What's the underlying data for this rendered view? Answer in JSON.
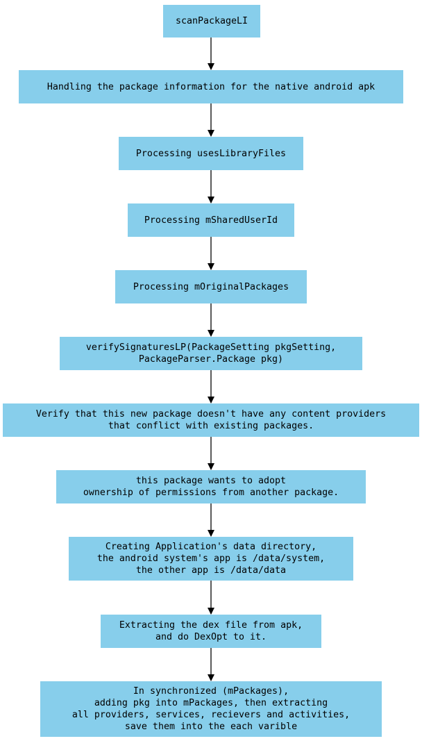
{
  "diagram": {
    "type": "flowchart",
    "colors": {
      "node_fill": "#87CEEB",
      "text": "#000000",
      "edge": "#000000"
    },
    "nodes": [
      {
        "id": "n1",
        "lines": [
          "scanPackageLI"
        ]
      },
      {
        "id": "n2",
        "lines": [
          "Handling the package information for the native android apk"
        ]
      },
      {
        "id": "n3",
        "lines": [
          "Processing usesLibraryFiles"
        ]
      },
      {
        "id": "n4",
        "lines": [
          "Processing mSharedUserId"
        ]
      },
      {
        "id": "n5",
        "lines": [
          "Processing mOriginalPackages"
        ]
      },
      {
        "id": "n6",
        "lines": [
          "verifySignaturesLP(PackageSetting pkgSetting,",
          "PackageParser.Package pkg)"
        ]
      },
      {
        "id": "n7",
        "lines": [
          "Verify that this new package doesn't have any content providers",
          "that conflict with existing packages."
        ]
      },
      {
        "id": "n8",
        "lines": [
          "this package wants to adopt",
          "ownership of permissions from another package."
        ]
      },
      {
        "id": "n9",
        "lines": [
          "Creating Application's data directory,",
          "the android system's app is /data/system,",
          "the other app is /data/data"
        ]
      },
      {
        "id": "n10",
        "lines": [
          "Extracting the dex file from apk,",
          "and do DexOpt to it."
        ]
      },
      {
        "id": "n11",
        "lines": [
          "In synchronized (mPackages),",
          "adding pkg into mPackages, then extracting",
          "all providers, services, recievers and activities,",
          "save them into the each varible"
        ]
      }
    ],
    "edges": [
      {
        "from": "n1",
        "to": "n2"
      },
      {
        "from": "n2",
        "to": "n3"
      },
      {
        "from": "n3",
        "to": "n4"
      },
      {
        "from": "n4",
        "to": "n5"
      },
      {
        "from": "n5",
        "to": "n6"
      },
      {
        "from": "n6",
        "to": "n7"
      },
      {
        "from": "n7",
        "to": "n8"
      },
      {
        "from": "n8",
        "to": "n9"
      },
      {
        "from": "n9",
        "to": "n10"
      },
      {
        "from": "n10",
        "to": "n11"
      }
    ]
  }
}
